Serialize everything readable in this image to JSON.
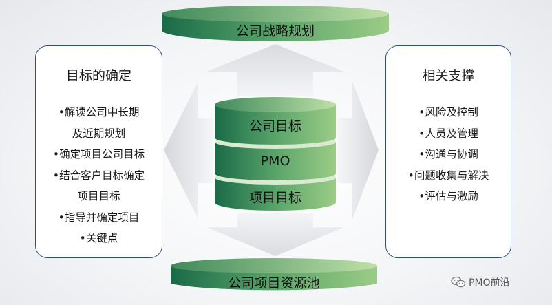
{
  "top": {
    "label": "公司战略规划"
  },
  "bottom": {
    "label": "公司项目资源池"
  },
  "center": {
    "upper": "公司目标",
    "middle": "PMO",
    "lower": "项目目标"
  },
  "left_panel": {
    "title": "目标的确定",
    "items": [
      "•解读公司中长期",
      "及近期规划",
      "•确定项目公司目标",
      "•结合客户目标确定",
      "项目目标",
      "•指导并确定项目",
      "•关键点"
    ]
  },
  "right_panel": {
    "title": "相关支撑",
    "items": [
      "•风险及控制",
      "•人员及管理",
      "•沟通与协调",
      "•问题收集与解决",
      "•评估与激励"
    ]
  },
  "watermark": {
    "text": "PMO前沿",
    "icon": "wechat-icon"
  },
  "colors": {
    "green_dark": "#1f6f4a",
    "green_light": "#8ec27f",
    "border_blue": "#2f4e7e"
  }
}
